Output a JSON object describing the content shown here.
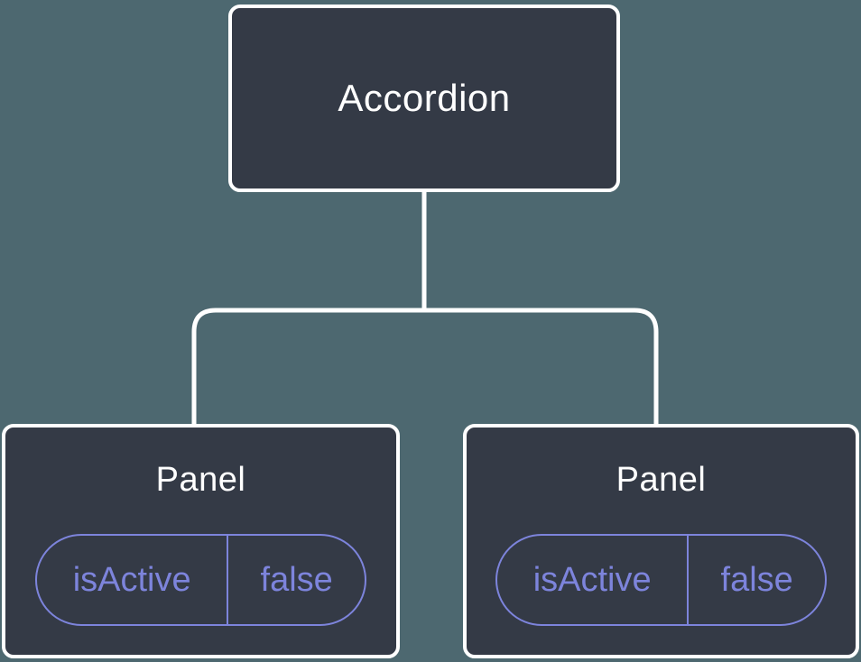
{
  "diagram": {
    "type": "component-tree",
    "colors": {
      "background": "#4D6870",
      "node_fill": "#343A46",
      "node_border": "#FFFFFF",
      "accent_purple": "#7D84DC",
      "connector": "#FFFFFF"
    },
    "root": {
      "label": "Accordion"
    },
    "children": [
      {
        "label": "Panel",
        "state": {
          "key": "isActive",
          "value": "false"
        }
      },
      {
        "label": "Panel",
        "state": {
          "key": "isActive",
          "value": "false"
        }
      }
    ]
  }
}
